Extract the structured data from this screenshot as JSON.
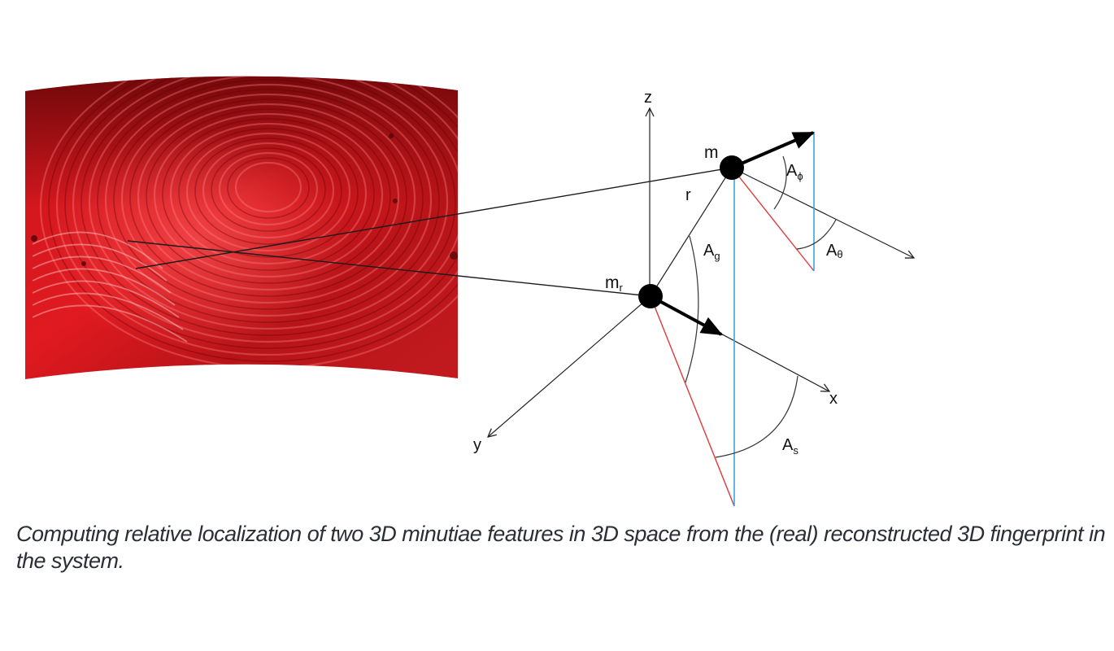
{
  "figure": {
    "fingerprint_image": {
      "description": "reconstructed 3D fingerprint surface rendered in red",
      "colors": {
        "dark": "#6e0608",
        "mid": "#b0141a",
        "bright": "#e01a20"
      }
    },
    "axes": {
      "z_label": "z",
      "x_label": "x",
      "y_label": "y"
    },
    "points": {
      "m_label": "m",
      "mr_label": "m",
      "mr_sub": "r"
    },
    "distance_label": "r",
    "angles": {
      "phi_main": "A",
      "phi_sub": "ϕ",
      "theta_main": "A",
      "theta_sub": "θ",
      "g_main": "A",
      "g_sub": "g",
      "s_main": "A",
      "s_sub": "s"
    },
    "line_colors": {
      "axis": "#222222",
      "red": "#e03a3a",
      "blue": "#3aa6d8",
      "node": "#000000"
    }
  },
  "caption": {
    "text": "Computing relative localization of two 3D minutiae features in 3D space from the (real) reconstructed 3D fingerprint in the system."
  }
}
